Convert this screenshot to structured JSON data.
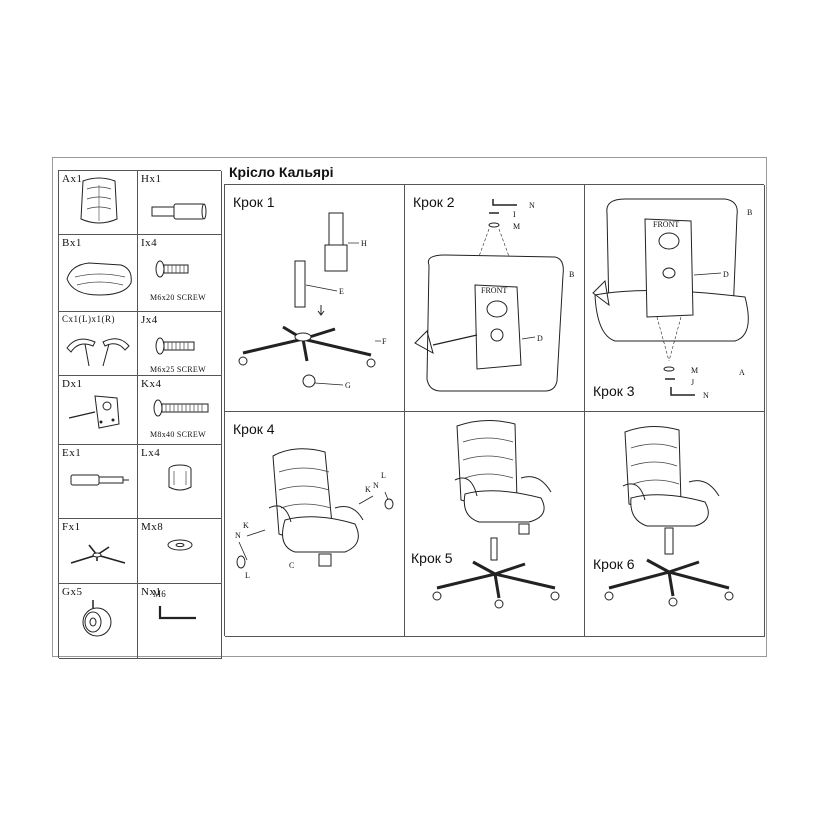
{
  "title": "Крісло Кальярі",
  "parts": [
    {
      "label": "Ax1"
    },
    {
      "label": "Hx1"
    },
    {
      "label": "Bx1"
    },
    {
      "label": "Ix4",
      "spec": "M6x20 SCREW"
    },
    {
      "label": "Cx1(L)x1(R)"
    },
    {
      "label": "Jx4",
      "spec": "M6x25 SCREW"
    },
    {
      "label": "Dx1"
    },
    {
      "label": "Kx4",
      "spec": "M8x40 SCREW"
    },
    {
      "label": "Ex1"
    },
    {
      "label": "Lx4"
    },
    {
      "label": "Fx1"
    },
    {
      "label": "Mx8"
    },
    {
      "label": "Gx5"
    },
    {
      "label": "Nx1",
      "sub": "M6"
    }
  ],
  "steps": [
    {
      "label": "Крок 1",
      "callouts": [
        "H",
        "E",
        "F",
        "G"
      ]
    },
    {
      "label": "Крок 2",
      "callouts": [
        "N",
        "I",
        "M",
        "B",
        "D"
      ],
      "plate_text": "FRONT"
    },
    {
      "label": "Крок 3",
      "callouts": [
        "B",
        "D",
        "A",
        "M",
        "J",
        "N"
      ],
      "plate_text": "FRONT"
    },
    {
      "label": "Крок 4",
      "callouts": [
        "K",
        "N",
        "L",
        "K",
        "N",
        "L",
        "C"
      ]
    },
    {
      "label": "Крок 5"
    },
    {
      "label": "Крок 6"
    }
  ]
}
